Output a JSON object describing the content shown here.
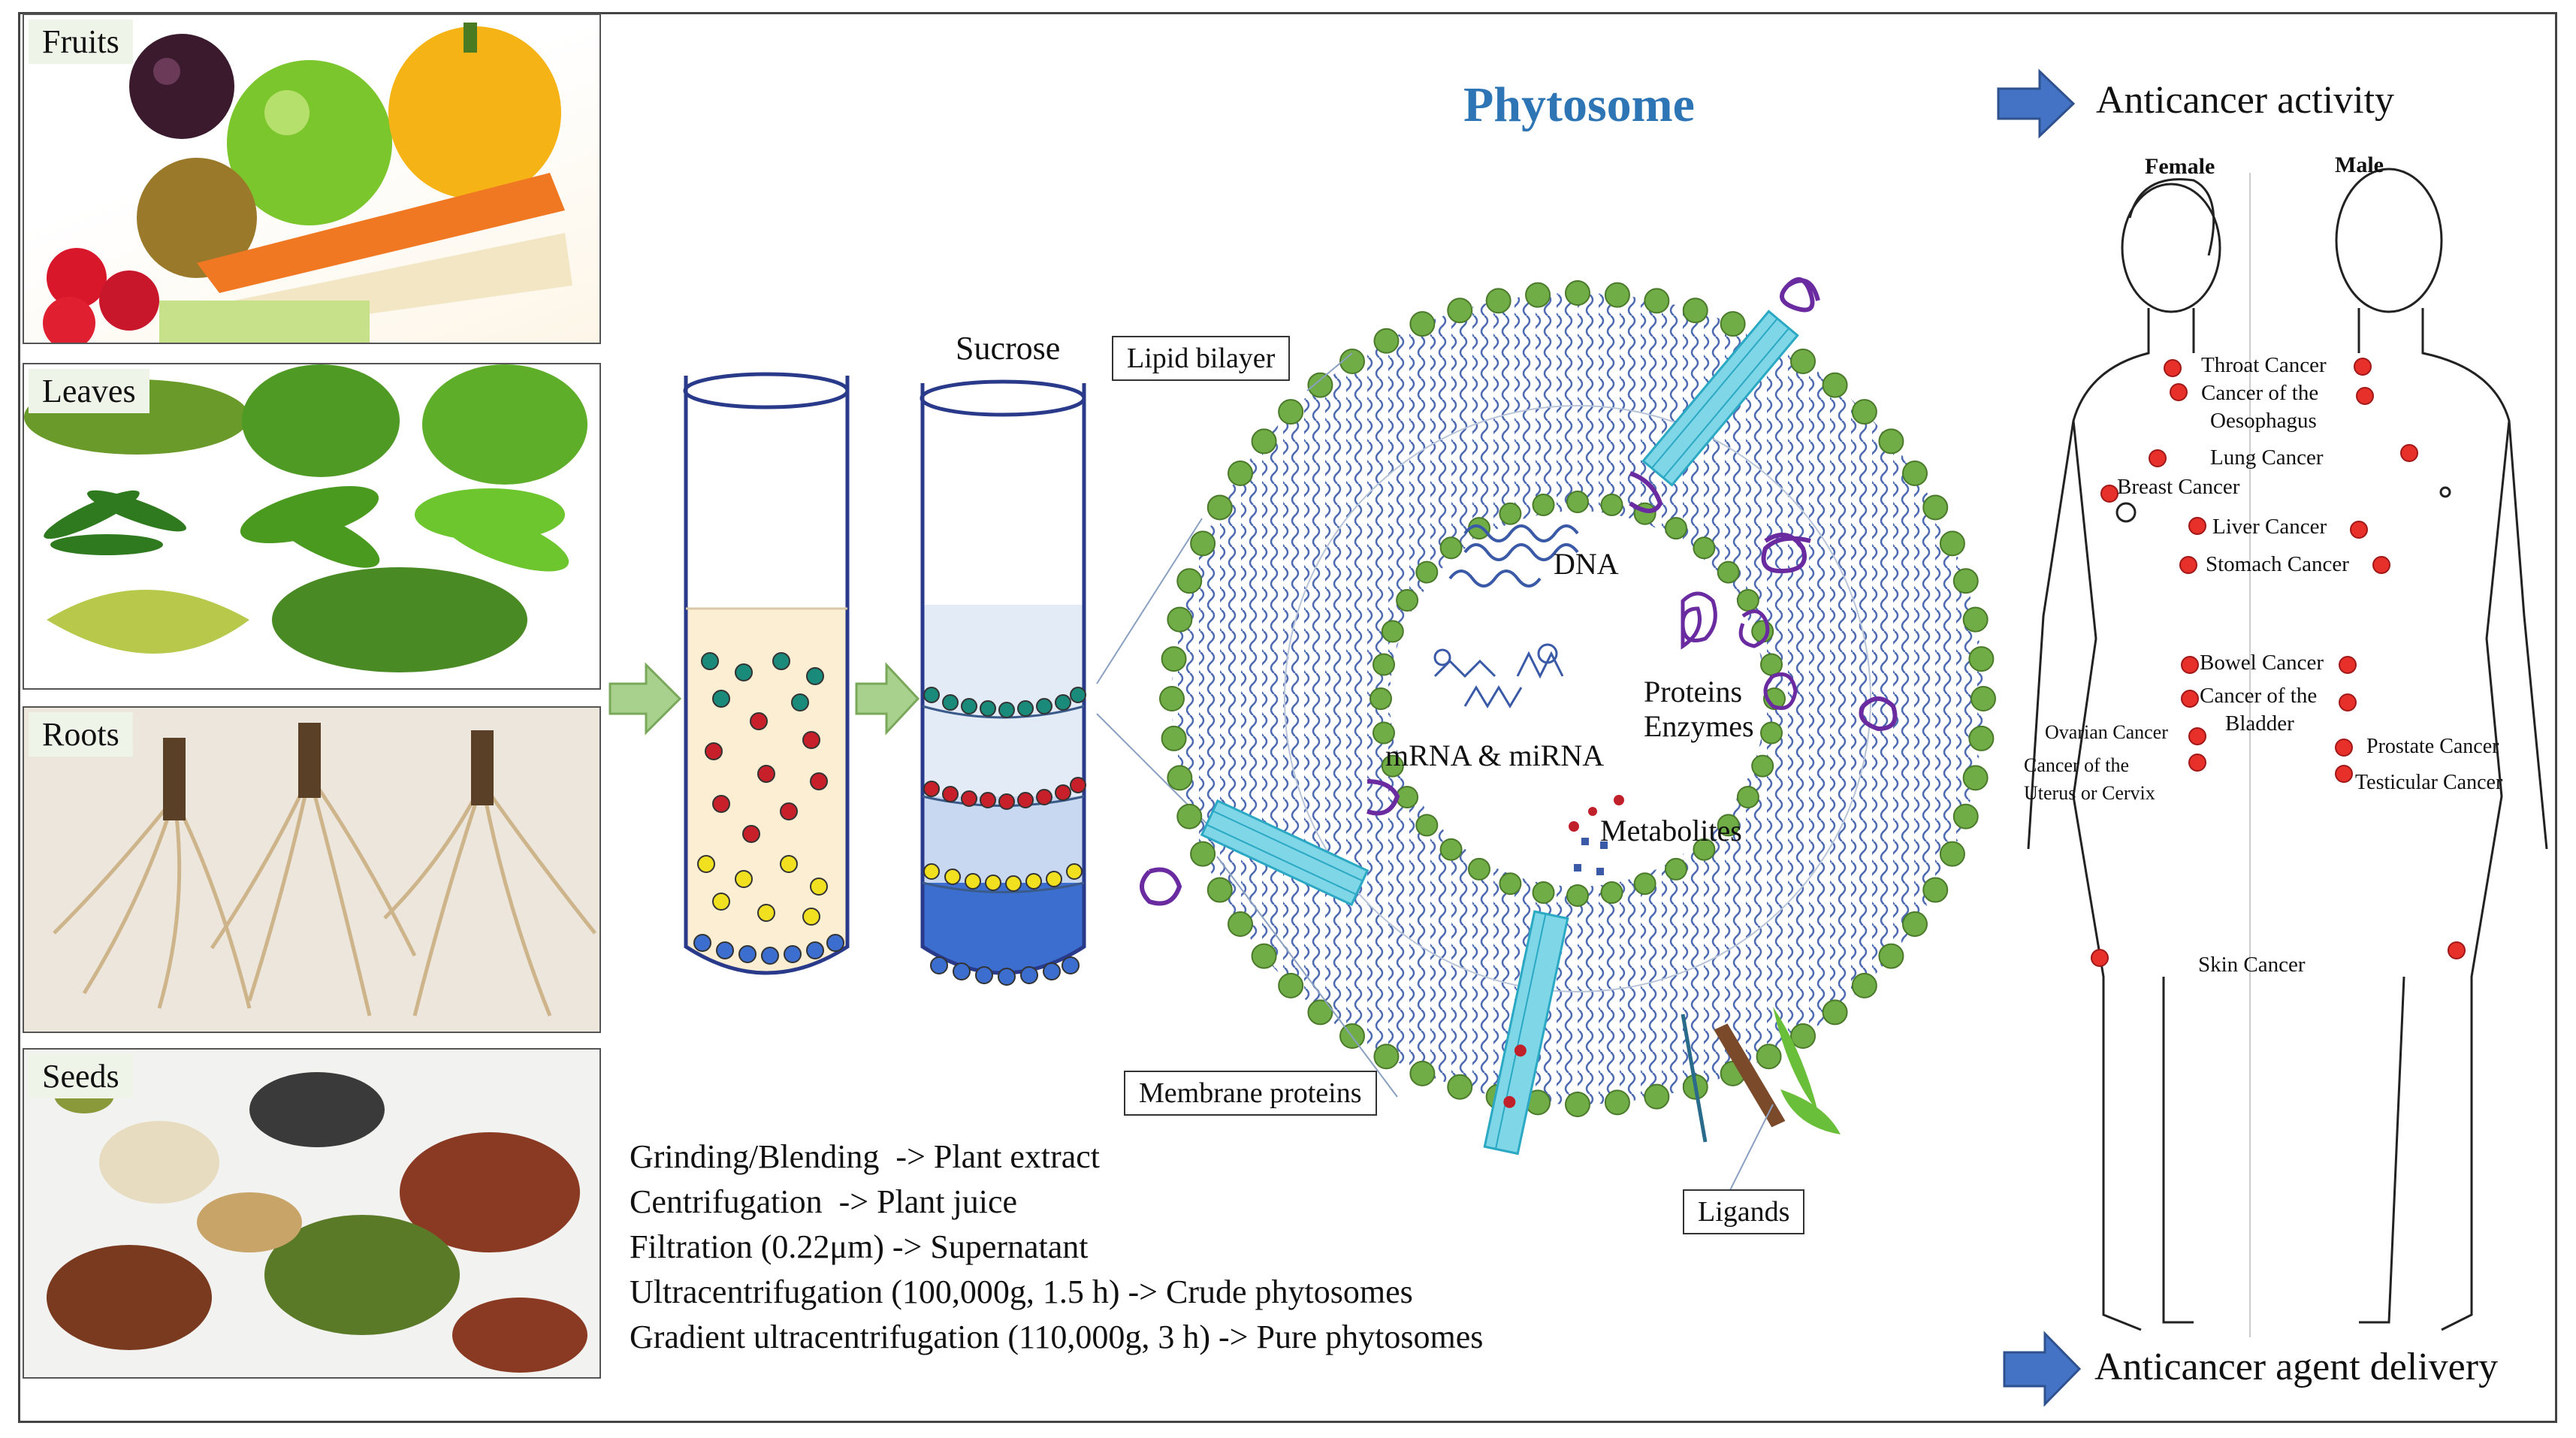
{
  "sources": {
    "fruits": "Fruits",
    "leaves": "Leaves",
    "roots": "Roots",
    "seeds": "Seeds"
  },
  "tube": {
    "label": "Sucrose"
  },
  "phytosome": {
    "title": "Phytosome",
    "labels": {
      "lipid_bilayer": "Lipid bilayer",
      "membrane_proteins": "Membrane proteins",
      "ligands": "Ligands",
      "dna": "DNA",
      "proteins": "Proteins",
      "enzymes": "Enzymes",
      "mrna": "mRNA & miRNA",
      "metabolites": "Metabolites"
    }
  },
  "steps": [
    "Grinding/Blending  -> Plant extract",
    "Centrifugation  -> Plant juice",
    "Filtration (0.22μm) -> Supernatant",
    "Ultracentrifugation (100,000g, 1.5 h) -> Crude phytosomes",
    "Gradient ultracentrifugation (110,000g, 3 h) -> Pure phytosomes"
  ],
  "outcomes": {
    "activity": "Anticancer activity",
    "delivery": "Anticancer agent delivery"
  },
  "body": {
    "female": "Female",
    "male": "Male",
    "cancers": {
      "throat": "Throat Cancer",
      "oesophagus_1": "Cancer of the",
      "oesophagus_2": "Oesophagus",
      "lung": "Lung Cancer",
      "breast": "Breast Cancer",
      "liver": "Liver Cancer",
      "stomach": "Stomach Cancer",
      "bowel": "Bowel Cancer",
      "bladder_1": "Cancer of the",
      "bladder_2": "Bladder",
      "ovarian": "Ovarian Cancer",
      "uterus_1": "Cancer of the",
      "uterus_2": "Uterus or Cervix",
      "prostate": "Prostate Cancer",
      "testicular": "Testicular Cancer",
      "skin": "Skin Cancer"
    }
  },
  "colors": {
    "arrow_blue": "#4472c4",
    "arrow_green": "#a9d18e",
    "title_blue": "#2e75b6",
    "lipid_head": "#70ad47",
    "lipid_tail": "#3a5aa8",
    "cancer_marker": "#e8302a"
  }
}
